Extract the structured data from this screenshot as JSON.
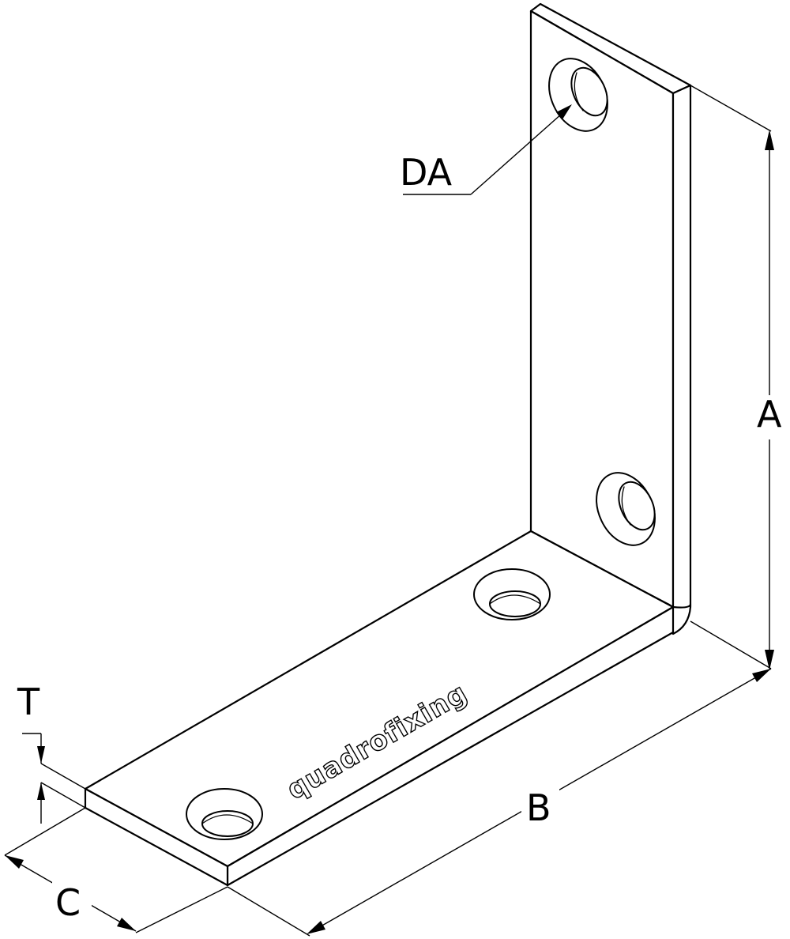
{
  "diagram": {
    "brand_text": "quadrofixing",
    "dimensions": {
      "height_label": "A",
      "length_label": "B",
      "width_label": "C",
      "thickness_label": "T",
      "hole_diameter_label": "DA"
    }
  }
}
